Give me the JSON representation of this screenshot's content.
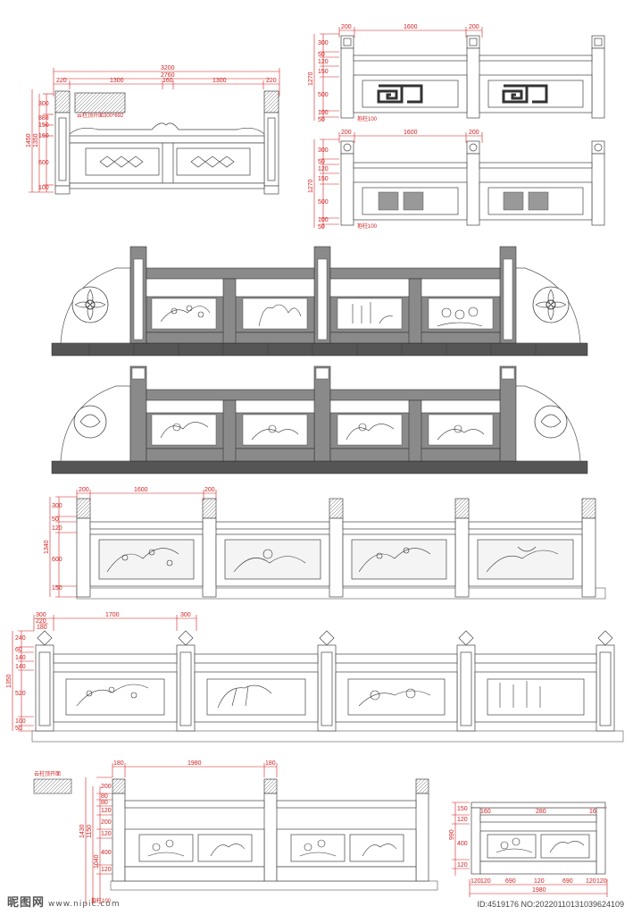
{
  "d1": {
    "top": [
      "3200",
      "2760",
      "1300",
      "160",
      "1300",
      "220",
      "220"
    ],
    "left": [
      "1450",
      "1350",
      "300",
      "888",
      "150",
      "160",
      "600",
      "100"
    ],
    "note": "云柱顶开面300*692"
  },
  "d2": {
    "top": [
      "200",
      "1600",
      "200"
    ],
    "left": [
      "1270",
      "300",
      "50",
      "120",
      "150",
      "500",
      "100",
      "50"
    ],
    "note": "抱柱100"
  },
  "d3": {
    "top": [
      "200",
      "1600",
      "200"
    ],
    "left": [
      "1270",
      "300",
      "50",
      "120",
      "150",
      "500",
      "100",
      "50"
    ],
    "note": "抱柱100"
  },
  "d6": {
    "top": [
      "200",
      "1600",
      "200"
    ],
    "left": [
      "1340",
      "300",
      "50",
      "120",
      "600",
      "150"
    ]
  },
  "d7": {
    "top": [
      "300",
      "220",
      "180",
      "1700",
      "300"
    ],
    "left": [
      "1350",
      "240",
      "60",
      "140",
      "140",
      "520",
      "100",
      "50"
    ]
  },
  "d8": {
    "top": [
      "180",
      "1980",
      "180"
    ],
    "left": [
      "1430",
      "1150",
      "1040",
      "200",
      "80",
      "80",
      "120",
      "200",
      "120",
      "400",
      "120"
    ],
    "note": "抱柱100",
    "smalllabel": "云柱顶开面"
  },
  "d9": {
    "top": [
      "160",
      "280",
      "160"
    ],
    "bottom": [
      "120",
      "120",
      "690",
      "120",
      "690",
      "120",
      "120",
      "1980"
    ],
    "left": [
      "990",
      "150",
      "120",
      "400",
      "120"
    ]
  },
  "footer": {
    "brand": "昵图网",
    "site": "www.nipic.com",
    "id": "ID:4519176 NO:20220110131039624109"
  }
}
